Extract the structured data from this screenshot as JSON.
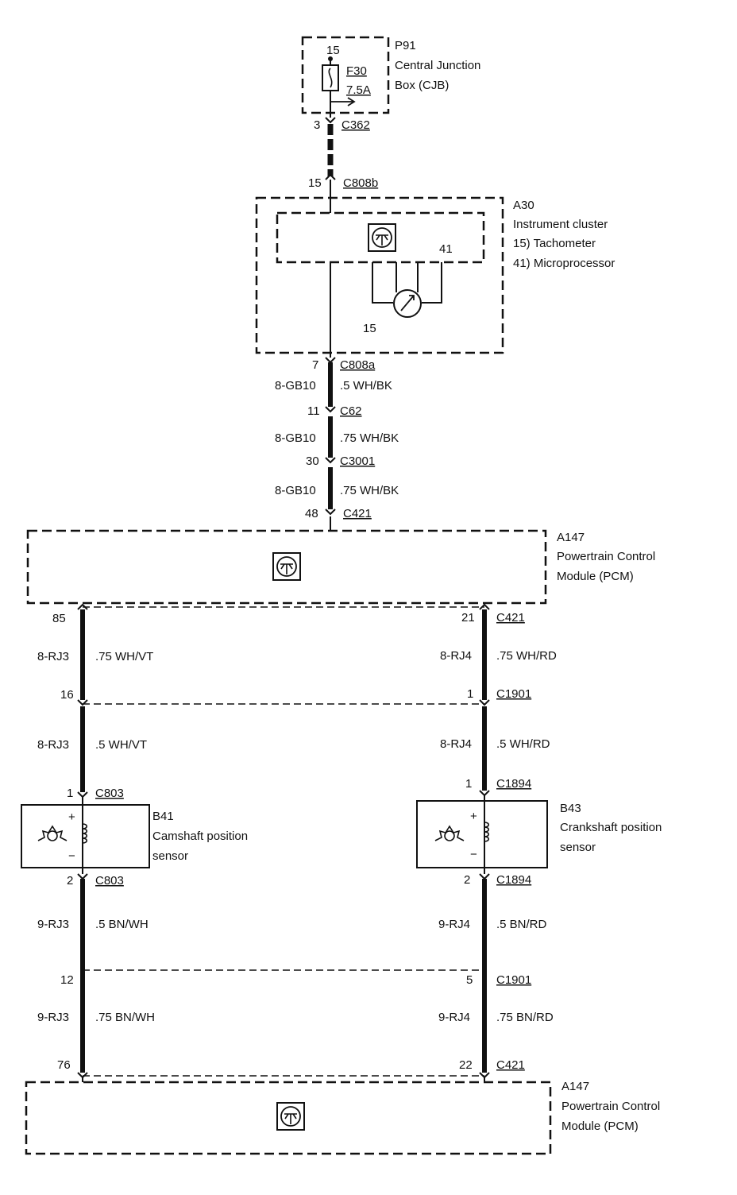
{
  "components": {
    "p91": {
      "id": "P91",
      "line1": "Central Junction",
      "line2": "Box (CJB)",
      "pin": "15",
      "fuse": "F30",
      "rating": "7.5A"
    },
    "a30": {
      "id": "A30",
      "line1": "Instrument cluster",
      "line2": "15)  Tachometer",
      "line3": "41)  Microprocessor",
      "pin41": "41",
      "pin15": "15"
    },
    "a147_top": {
      "id": "A147",
      "line1": "Powertrain Control",
      "line2": "Module (PCM)"
    },
    "b41": {
      "id": "B41",
      "line1": "Camshaft position",
      "line2": "sensor",
      "plus": "+",
      "minus": "−"
    },
    "b43": {
      "id": "B43",
      "line1": "Crankshaft position",
      "line2": "sensor",
      "plus": "+",
      "minus": "−"
    },
    "a147_bottom": {
      "id": "A147",
      "line1": "Powertrain Control",
      "line2": "Module (PCM)"
    }
  },
  "connectors": {
    "c362": {
      "pin": "3",
      "name": "C362"
    },
    "c808b": {
      "pin": "15",
      "name": "C808b"
    },
    "c808a": {
      "pin": "7",
      "name": "C808a"
    },
    "c62": {
      "pin": "11",
      "name": "C62"
    },
    "c3001": {
      "pin": "30",
      "name": "C3001"
    },
    "c421_top": {
      "pin": "48",
      "name": "C421"
    },
    "left_85": {
      "pin": "85"
    },
    "left_16": {
      "pin": "16"
    },
    "c803_1": {
      "pin": "1",
      "name": "C803"
    },
    "c803_2": {
      "pin": "2",
      "name": "C803"
    },
    "left_12": {
      "pin": "12"
    },
    "left_76": {
      "pin": "76"
    },
    "c421_21": {
      "pin": "21",
      "name": "C421"
    },
    "c1901_1": {
      "pin": "1",
      "name": "C1901"
    },
    "c1894_1": {
      "pin": "1",
      "name": "C1894"
    },
    "c1894_2": {
      "pin": "2",
      "name": "C1894"
    },
    "c1901_5": {
      "pin": "5",
      "name": "C1901"
    },
    "c421_22": {
      "pin": "22",
      "name": "C421"
    }
  },
  "wires": {
    "w1": {
      "circuit": "8-GB10",
      "spec": ".5 WH/BK"
    },
    "w2": {
      "circuit": "8-GB10",
      "spec": ".75 WH/BK"
    },
    "w3": {
      "circuit": "8-GB10",
      "spec": ".75 WH/BK"
    },
    "l1": {
      "circuit": "8-RJ3",
      "spec": ".75 WH/VT"
    },
    "l2": {
      "circuit": "8-RJ3",
      "spec": ".5 WH/VT"
    },
    "l3": {
      "circuit": "9-RJ3",
      "spec": ".5 BN/WH"
    },
    "l4": {
      "circuit": "9-RJ3",
      "spec": ".75 BN/WH"
    },
    "r1": {
      "circuit": "8-RJ4",
      "spec": ".75 WH/RD"
    },
    "r2": {
      "circuit": "8-RJ4",
      "spec": ".5 WH/RD"
    },
    "r3": {
      "circuit": "9-RJ4",
      "spec": ".5 BN/RD"
    },
    "r4": {
      "circuit": "9-RJ4",
      "spec": ".75 BN/RD"
    }
  }
}
